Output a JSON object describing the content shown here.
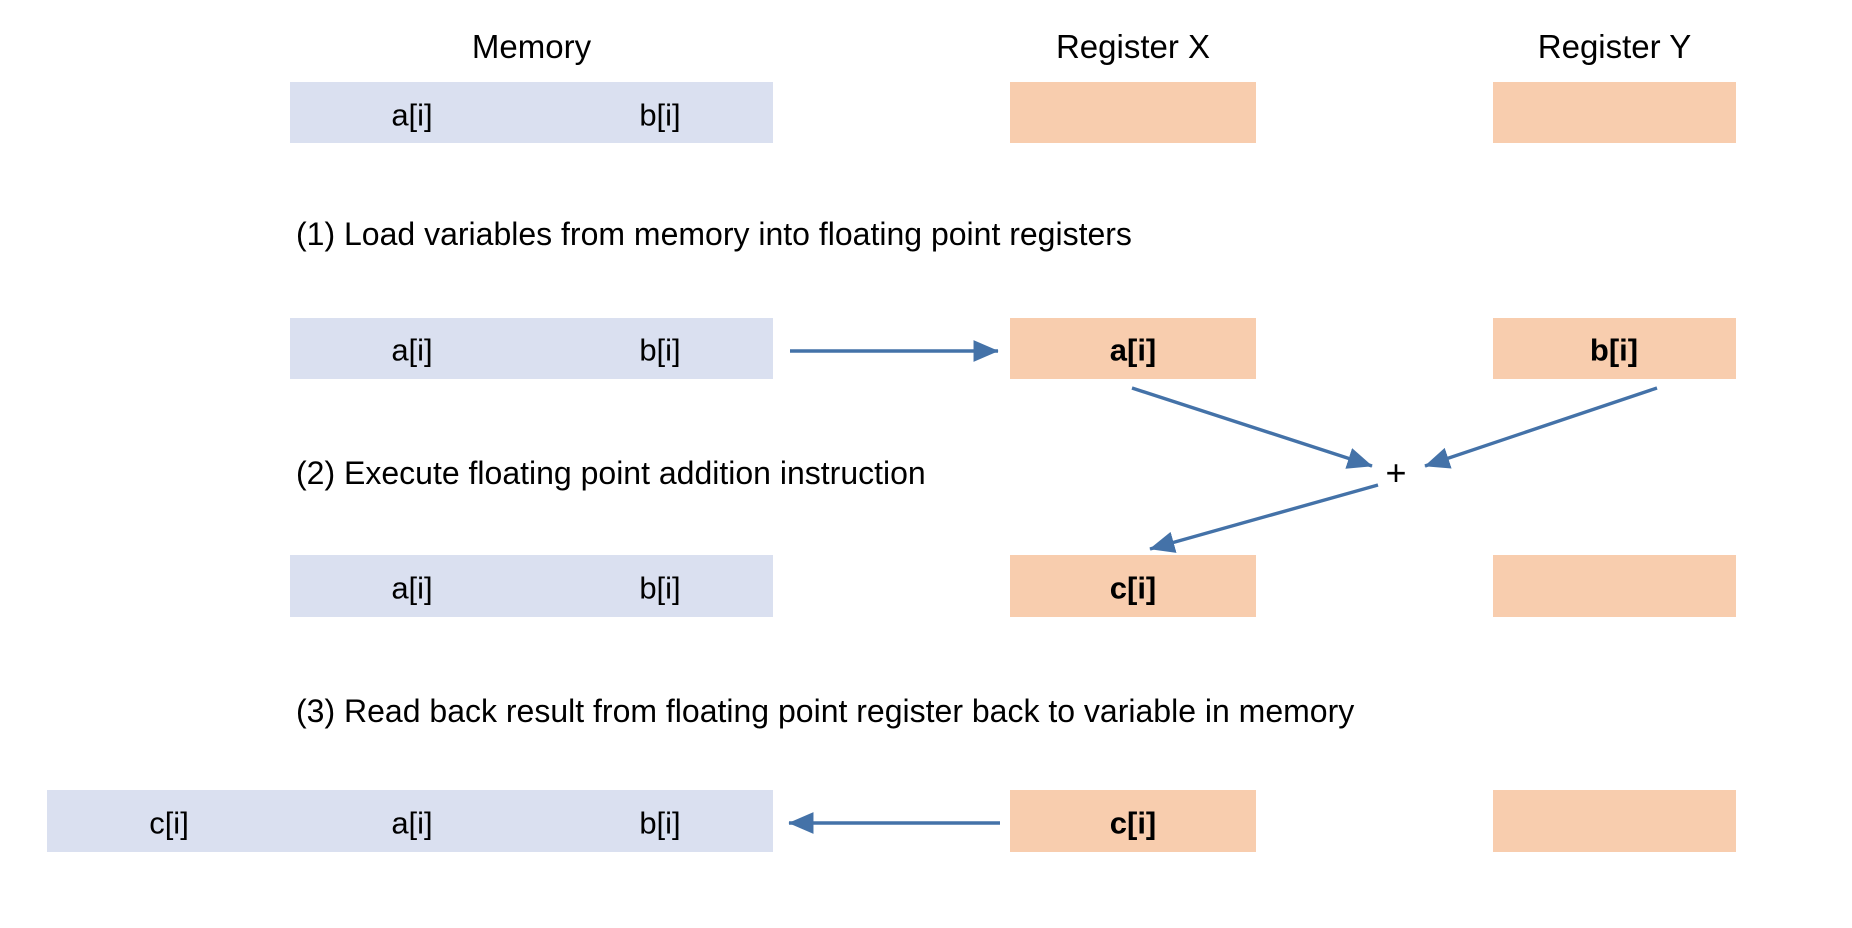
{
  "diagram": {
    "title_columns": [
      {
        "name": "memory-header",
        "label": "Memory"
      },
      {
        "name": "register-x-header",
        "label": "Register X"
      },
      {
        "name": "register-y-header",
        "label": "Register Y"
      }
    ],
    "colors": {
      "memory_fill": "#dae0f0",
      "register_fill": "#f8cdae",
      "arrow": "#4472a8",
      "text": "#000000",
      "background": "#ffffff"
    },
    "steps": [
      {
        "id": 1,
        "text": "(1) Load variables from memory into floating point registers"
      },
      {
        "id": 2,
        "text": "(2) Execute floating point addition instruction"
      },
      {
        "id": 3,
        "text": "(3) Read back result from floating point register back to variable in memory"
      }
    ],
    "operator": "+",
    "rows": [
      {
        "name": "row-initial",
        "memory_cells": [
          "a[i]",
          "b[i]"
        ],
        "register_x": "",
        "register_y": ""
      },
      {
        "name": "row-after-load",
        "memory_cells": [
          "a[i]",
          "b[i]"
        ],
        "register_x": "a[i]",
        "register_y": "b[i]"
      },
      {
        "name": "row-after-add",
        "memory_cells": [
          "a[i]",
          "b[i]"
        ],
        "register_x": "c[i]",
        "register_y": ""
      },
      {
        "name": "row-after-store",
        "memory_cells": [
          "c[i]",
          "a[i]",
          "b[i]"
        ],
        "register_x": "c[i]",
        "register_y": ""
      }
    ]
  }
}
